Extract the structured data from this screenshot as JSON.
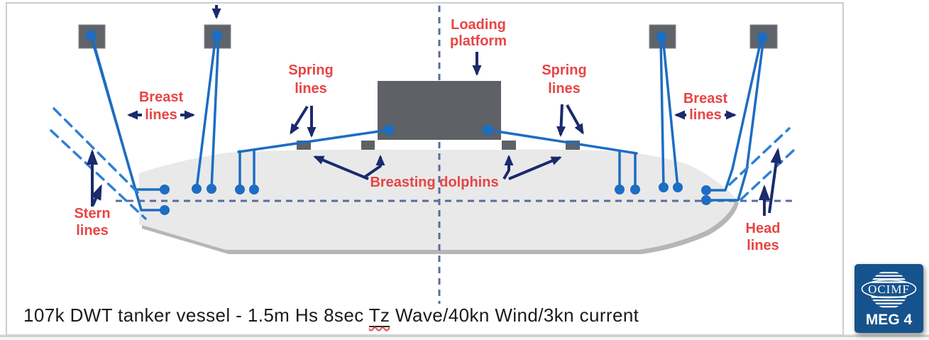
{
  "diagram": {
    "labels": {
      "loading_platform": {
        "line1": "Loading",
        "line2": "platform"
      },
      "spring_lines_left": {
        "line1": "Spring",
        "line2": "lines"
      },
      "spring_lines_right": {
        "line1": "Spring",
        "line2": "lines"
      },
      "breast_lines_left": {
        "line1": "Breast",
        "line2": "lines"
      },
      "breast_lines_right": {
        "line1": "Breast",
        "line2": "lines"
      },
      "breasting_dolphins": "Breasting dolphins",
      "stern_lines": {
        "line1": "Stern",
        "line2": "lines"
      },
      "head_lines": {
        "line1": "Head",
        "line2": "lines"
      }
    },
    "caption": {
      "prefix": "107k DWT tanker vessel - 1.5m Hs 8sec ",
      "underlined": "Tz",
      "suffix": " Wave/40kn Wind/3kn current"
    },
    "logo": {
      "org": "OCIMF",
      "edition": "MEG 4"
    },
    "colors": {
      "mooring_line_blue": "#1d6dc2",
      "dashed_line_blue": "#2e7fd6",
      "centerline_slate": "#5c6b9d",
      "label_red": "#e84444",
      "arrow_navy": "#1a2a6c",
      "structure_gray": "#5e6166",
      "hull_gray": "#e9e9ea",
      "logo_blue": "#16538c"
    }
  }
}
